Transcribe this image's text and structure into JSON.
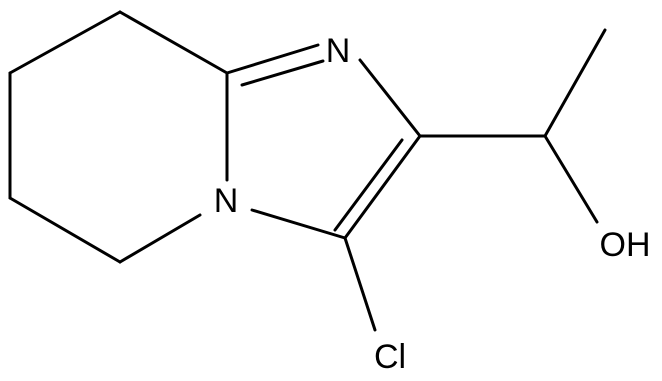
{
  "atoms": {
    "n_imine": "N",
    "n_bridge": "N",
    "chlorine": "Cl",
    "hydroxyl": "OH"
  },
  "colors": {
    "bond": "#000000",
    "label": "#000000",
    "background": "#ffffff"
  }
}
